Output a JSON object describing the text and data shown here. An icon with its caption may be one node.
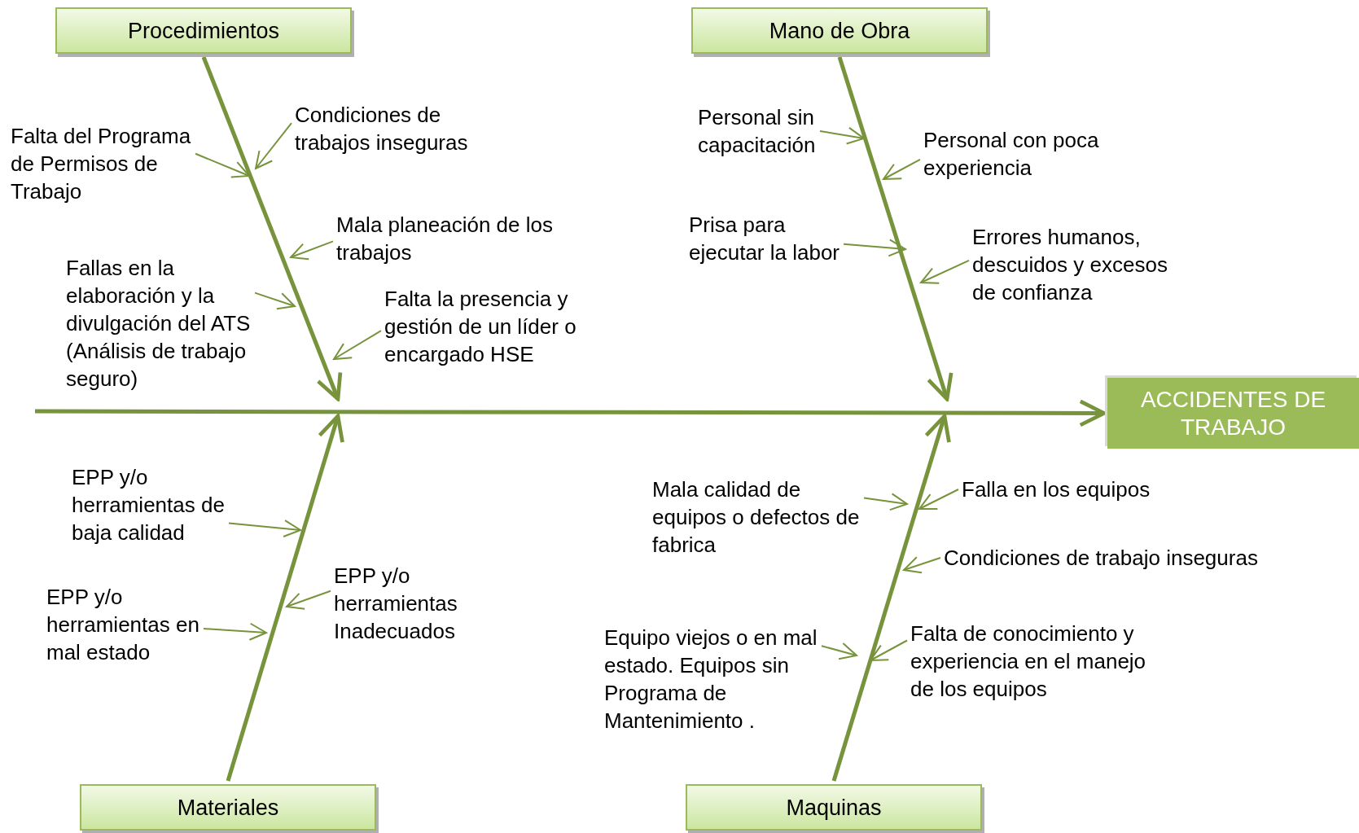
{
  "diagram": {
    "nodes": [
      {
        "text": [
          "Procedimientos"
        ]
      },
      {
        "text": [
          "Mano de Obra"
        ]
      },
      {
        "text": [
          "Materiales"
        ]
      },
      {
        "text": [
          "Maquinas"
        ]
      },
      {
        "text": [
          "ACCIDENTES DE TRABAJO"
        ]
      },
      {
        "text": [
          "Falta  del Programa de Permisos de Trabajo"
        ]
      },
      {
        "text": [
          "Condiciones de trabajos inseguras"
        ]
      },
      {
        "text": [
          "Mala planeación de los trabajos"
        ]
      },
      {
        "text": [
          "Fallas en la elaboración y la divulgación del ATS (Análisis de trabajo seguro)"
        ]
      },
      {
        "text": [
          "Falta la presencia y gestión de un líder o encargado HSE"
        ]
      },
      {
        "text": [
          "Personal sin capacitación"
        ]
      },
      {
        "text": [
          "Personal con poca experiencia"
        ]
      },
      {
        "text": [
          "Prisa para ejecutar la labor"
        ]
      },
      {
        "text": [
          "Errores humanos, descuidos y excesos de confianza"
        ]
      },
      {
        "text": [
          "EPP y/o herramientas de baja calidad"
        ]
      },
      {
        "text": [
          "EPP y/o herramientas Inadecuados"
        ]
      },
      {
        "text": [
          "EPP y/o herramientas en mal estado"
        ]
      },
      {
        "text": [
          "Mala calidad de equipos o defectos de fabrica"
        ]
      },
      {
        "text": [
          "Falla en los equipos"
        ]
      },
      {
        "text": [
          "Condiciones de trabajo inseguras"
        ]
      },
      {
        "text": [
          "Equipo viejos o en mal estado. Equipos sin Programa de Mantenimiento ."
        ]
      },
      {
        "text": [
          "Falta de conocimiento y experiencia en el manejo de los equipos"
        ]
      }
    ],
    "edges": [
      {
        "from": null,
        "to": 4,
        "arrow": "to",
        "style": "thick"
      },
      {
        "from": 0,
        "to": null,
        "arrow": "to",
        "style": "thick"
      },
      {
        "from": 1,
        "to": null,
        "arrow": "to",
        "style": "thick"
      },
      {
        "from": 2,
        "to": null,
        "arrow": "to",
        "style": "thick"
      },
      {
        "from": 3,
        "to": null,
        "arrow": "to",
        "style": "thick"
      },
      {
        "from": 5,
        "to": null,
        "arrow": "to"
      },
      {
        "from": 6,
        "to": null,
        "arrow": "to"
      },
      {
        "from": 7,
        "to": null,
        "arrow": "to"
      },
      {
        "from": 8,
        "to": null,
        "arrow": "to"
      },
      {
        "from": 9,
        "to": null,
        "arrow": "to"
      },
      {
        "from": 10,
        "to": null,
        "arrow": "to"
      },
      {
        "from": 11,
        "to": null,
        "arrow": "to"
      },
      {
        "from": 12,
        "to": null,
        "arrow": "to"
      },
      {
        "from": 13,
        "to": null,
        "arrow": "to"
      },
      {
        "from": 14,
        "to": null,
        "arrow": "to"
      },
      {
        "from": 15,
        "to": null,
        "arrow": "to"
      },
      {
        "from": 16,
        "to": null,
        "arrow": "to"
      },
      {
        "from": 17,
        "to": null,
        "arrow": "to"
      },
      {
        "from": 18,
        "to": null,
        "arrow": "to"
      },
      {
        "from": 19,
        "to": null,
        "arrow": "to"
      },
      {
        "from": 20,
        "to": null,
        "arrow": "to"
      },
      {
        "from": 21,
        "to": null,
        "arrow": "to"
      }
    ]
  }
}
